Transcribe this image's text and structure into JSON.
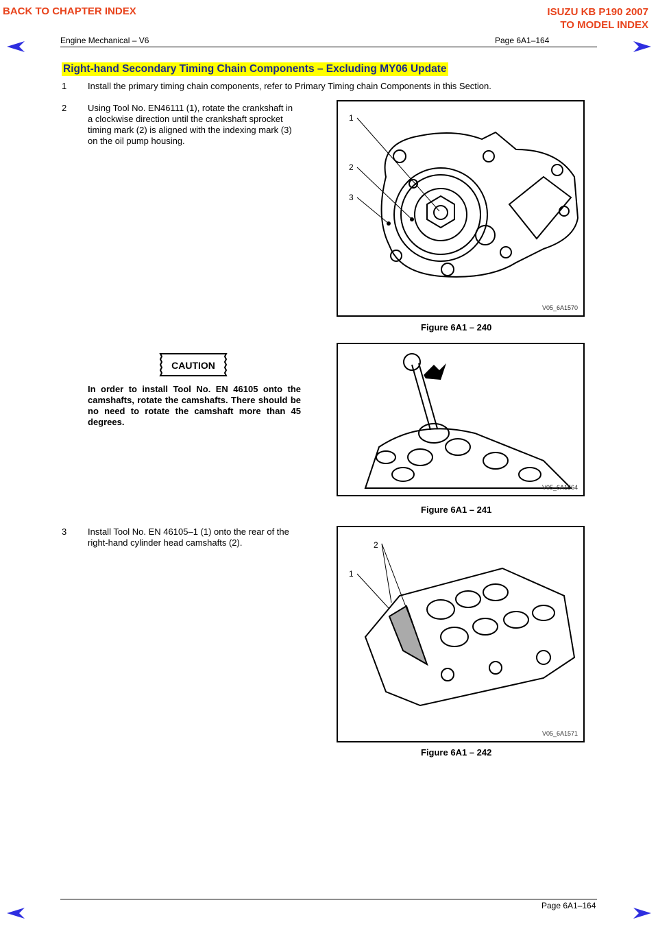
{
  "nav": {
    "back_to_chapter": "BACK TO CHAPTER INDEX",
    "model": "ISUZU KB P190 2007",
    "to_model_index": "TO MODEL INDEX"
  },
  "header": {
    "left": "Engine Mechanical – V6",
    "right": "Page 6A1–164"
  },
  "footer": {
    "right": "Page 6A1–164"
  },
  "section_title": "Right-hand Secondary Timing Chain Components – Excluding MY06 Update",
  "steps": [
    {
      "num": "1",
      "text": "Install the primary timing chain components, refer to Primary Timing chain Components in this Section."
    },
    {
      "num": "2",
      "lines": [
        "Using Tool No. EN46111 (1), rotate the crankshaft in",
        "a clockwise direction until the crankshaft sprocket",
        "timing mark (2) is aligned with the indexing mark (3)",
        "on the oil pump housing."
      ]
    },
    {
      "num": "3",
      "lines": [
        "Install Tool No. EN 46105–1 (1) onto the rear of the",
        "right-hand cylinder head camshafts (2)."
      ]
    }
  ],
  "caution": {
    "label": "CAUTION",
    "text": "In order to install Tool No. EN 46105 onto the camshafts, rotate the camshafts. There should be no need to rotate the camshaft more than 45 degrees."
  },
  "figures": [
    {
      "code": "V05_6A1570",
      "caption": "Figure 6A1 – 240",
      "callouts": [
        "1",
        "2",
        "3"
      ]
    },
    {
      "code": "V05_6A1564",
      "caption": "Figure 6A1 – 241"
    },
    {
      "code": "V05_6A1571",
      "caption": "Figure 6A1 – 242",
      "callouts": [
        "2",
        "1"
      ]
    }
  ],
  "colors": {
    "nav": "#e8431c",
    "title_text": "#1a2a8a",
    "title_highlight": "#ffff00",
    "arrow": "#2e2ee0"
  }
}
